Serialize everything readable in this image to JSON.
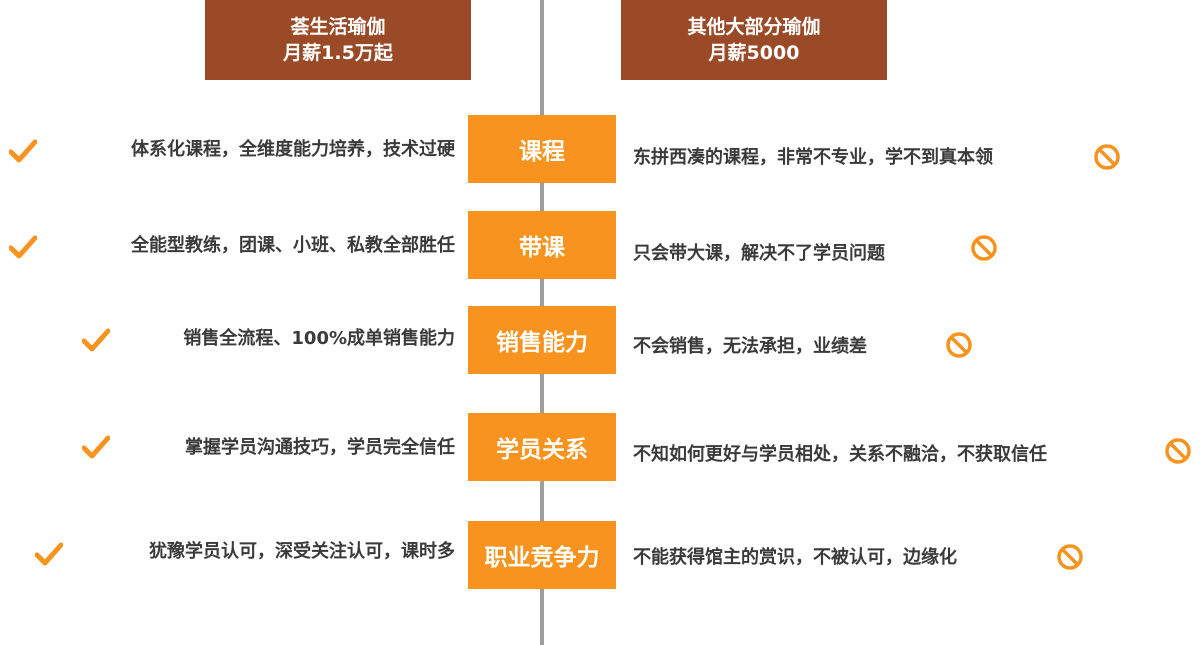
{
  "headers": {
    "left": {
      "line1": "荟生活瑜伽",
      "line2": "月薪1.5万起"
    },
    "right": {
      "line1": "其他大部分瑜伽",
      "line2": "月薪5000"
    }
  },
  "rows": [
    {
      "category": "课程",
      "left": "体系化课程，全维度能力培养，技术过硬",
      "right": "东拼西凑的课程，非常不专业，学不到真本领"
    },
    {
      "category": "带课",
      "left": "全能型教练，团课、小班、私教全部胜任",
      "right": "只会带大课，解决不了学员问题"
    },
    {
      "category": "销售能力",
      "left": "销售全流程、100%成单销售能力",
      "right": "不会销售，无法承担，业绩差"
    },
    {
      "category": "学员关系",
      "left": "掌握学员沟通技巧，学员完全信任",
      "right": "不知如何更好与学员相处，关系不融洽，不获取信任"
    },
    {
      "category": "职业竞争力",
      "left": "犹豫学员认可，深受关注认可，课时多",
      "right": "不能获得馆主的赏识，不被认可，边缘化"
    }
  ],
  "colors": {
    "header": "#9b4a27",
    "category": "#f7931e",
    "check": "#f7931e",
    "ban": "#f7931e",
    "axis": "#9e9e9e"
  },
  "icons": {
    "left": "check-icon",
    "right": "ban-icon"
  }
}
